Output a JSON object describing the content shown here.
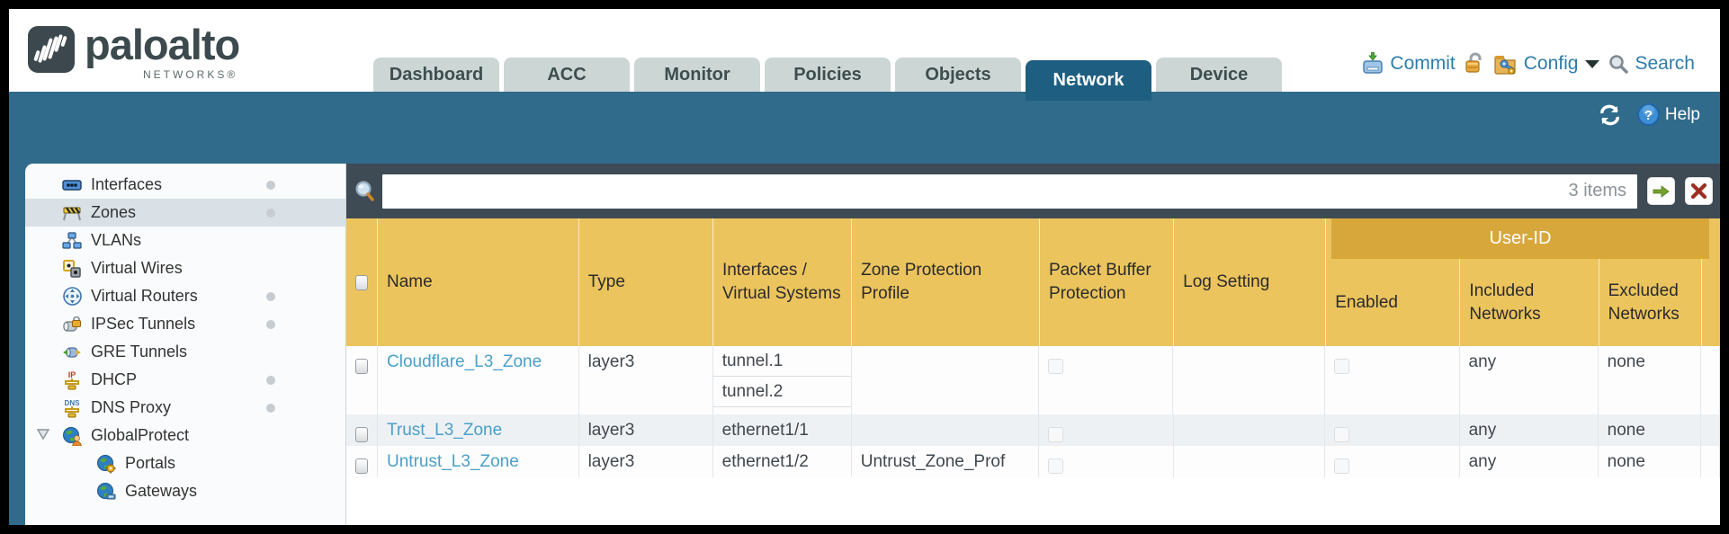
{
  "brand": {
    "logo_text": "paloalto",
    "logo_sub": "NETWORKS®"
  },
  "nav": {
    "tabs": [
      {
        "label": "Dashboard"
      },
      {
        "label": "ACC"
      },
      {
        "label": "Monitor"
      },
      {
        "label": "Policies"
      },
      {
        "label": "Objects"
      },
      {
        "label": "Network",
        "active": true
      },
      {
        "label": "Device"
      }
    ],
    "actions": {
      "commit": "Commit",
      "config": "Config",
      "search": "Search"
    }
  },
  "topbar": {
    "help_label": "Help"
  },
  "filter": {
    "count": "3 items",
    "value": ""
  },
  "sidebar": {
    "items": [
      {
        "label": "Interfaces",
        "icon": "interfaces-icon",
        "dot": true
      },
      {
        "label": "Zones",
        "icon": "zones-icon",
        "dot": true,
        "selected": true
      },
      {
        "label": "VLANs",
        "icon": "vlans-icon"
      },
      {
        "label": "Virtual Wires",
        "icon": "virtual-wires-icon"
      },
      {
        "label": "Virtual Routers",
        "icon": "virtual-routers-icon",
        "dot": true
      },
      {
        "label": "IPSec Tunnels",
        "icon": "ipsec-tunnels-icon",
        "dot": true
      },
      {
        "label": "GRE Tunnels",
        "icon": "gre-tunnels-icon"
      },
      {
        "label": "DHCP",
        "icon": "dhcp-icon",
        "dot": true
      },
      {
        "label": "DNS Proxy",
        "icon": "dns-proxy-icon",
        "dot": true
      },
      {
        "label": "GlobalProtect",
        "icon": "globalprotect-icon",
        "expander": true
      },
      {
        "label": "Portals",
        "icon": "portals-icon",
        "indent": 1
      },
      {
        "label": "Gateways",
        "icon": "gateways-icon",
        "indent": 1
      }
    ]
  },
  "table": {
    "group_header": "User-ID",
    "columns": [
      "Name",
      "Type",
      "Interfaces / Virtual Systems",
      "Zone Protection Profile",
      "Packet Buffer Protection",
      "Log Setting",
      "Enabled",
      "Included Networks",
      "Excluded Networks"
    ],
    "rows": [
      {
        "name": "Cloudflare_L3_Zone",
        "type": "layer3",
        "interfaces": [
          "tunnel.1",
          "tunnel.2"
        ],
        "zone_protection_profile": "",
        "log_setting": "",
        "included_networks": "any",
        "excluded_networks": "none"
      },
      {
        "name": "Trust_L3_Zone",
        "type": "layer3",
        "interfaces": [
          "ethernet1/1"
        ],
        "zone_protection_profile": "",
        "log_setting": "",
        "included_networks": "any",
        "excluded_networks": "none"
      },
      {
        "name": "Untrust_L3_Zone",
        "type": "layer3",
        "interfaces": [
          "ethernet1/2"
        ],
        "zone_protection_profile": "Untrust_Zone_Prof",
        "log_setting": "",
        "included_networks": "any",
        "excluded_networks": "none"
      }
    ]
  },
  "colors": {
    "teal_band": "#306b8b",
    "active_tab": "#1e5e81",
    "inactive_tab": "#ccd6d5",
    "filter_bar": "#3e4a54",
    "header_gold": "#ecc45e",
    "group_gold": "#d8a73c",
    "link_blue": "#4aa0c8",
    "action_blue": "#2e7cab",
    "row_alt": "#eef1f4"
  }
}
